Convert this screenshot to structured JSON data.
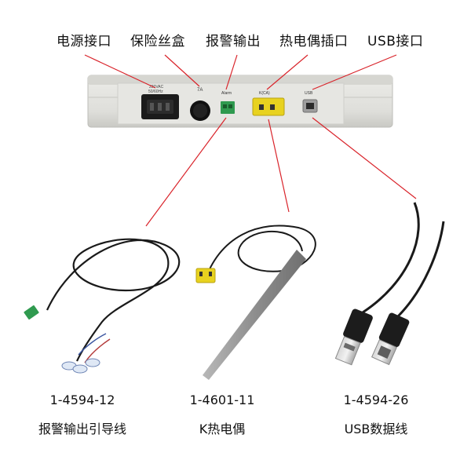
{
  "top_labels": {
    "power_port": "电源接口",
    "fuse_box": "保险丝盒",
    "alarm_output": "报警输出",
    "thermocouple_socket": "热电偶插口",
    "usb_port": "USB接口"
  },
  "device_panel": {
    "voltage_line1": "220VAC",
    "voltage_line2": "50/60Hz",
    "fuse_rating": "7A",
    "alarm_label": "Alarm",
    "thermo_label": "K(CA)",
    "usb_label": "USB"
  },
  "accessories": [
    {
      "code": "1-4594-12",
      "name": "报警输出引导线"
    },
    {
      "code": "1-4601-11",
      "name": "K热电偶"
    },
    {
      "code": "1-4594-26",
      "name": "USB数据线"
    }
  ],
  "colors": {
    "leader_line": "#d9232a",
    "panel": "#e3e3df",
    "panel_dark": "#cfcfca",
    "terminal_green": "#2f9a4f",
    "k_connector": "#e8d21f",
    "cable": "#1a1a1a",
    "probe": "#9a9a9a"
  }
}
